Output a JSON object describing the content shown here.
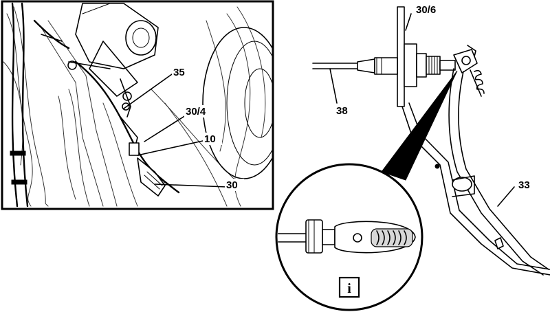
{
  "photo_callouts": {
    "c35": "35",
    "c30_4": "30/4",
    "c10": "10",
    "c30": "30"
  },
  "diagram_callouts": {
    "c30_6": "30/6",
    "c38": "38",
    "c33": "33"
  },
  "info_badge": {
    "label": "i"
  }
}
